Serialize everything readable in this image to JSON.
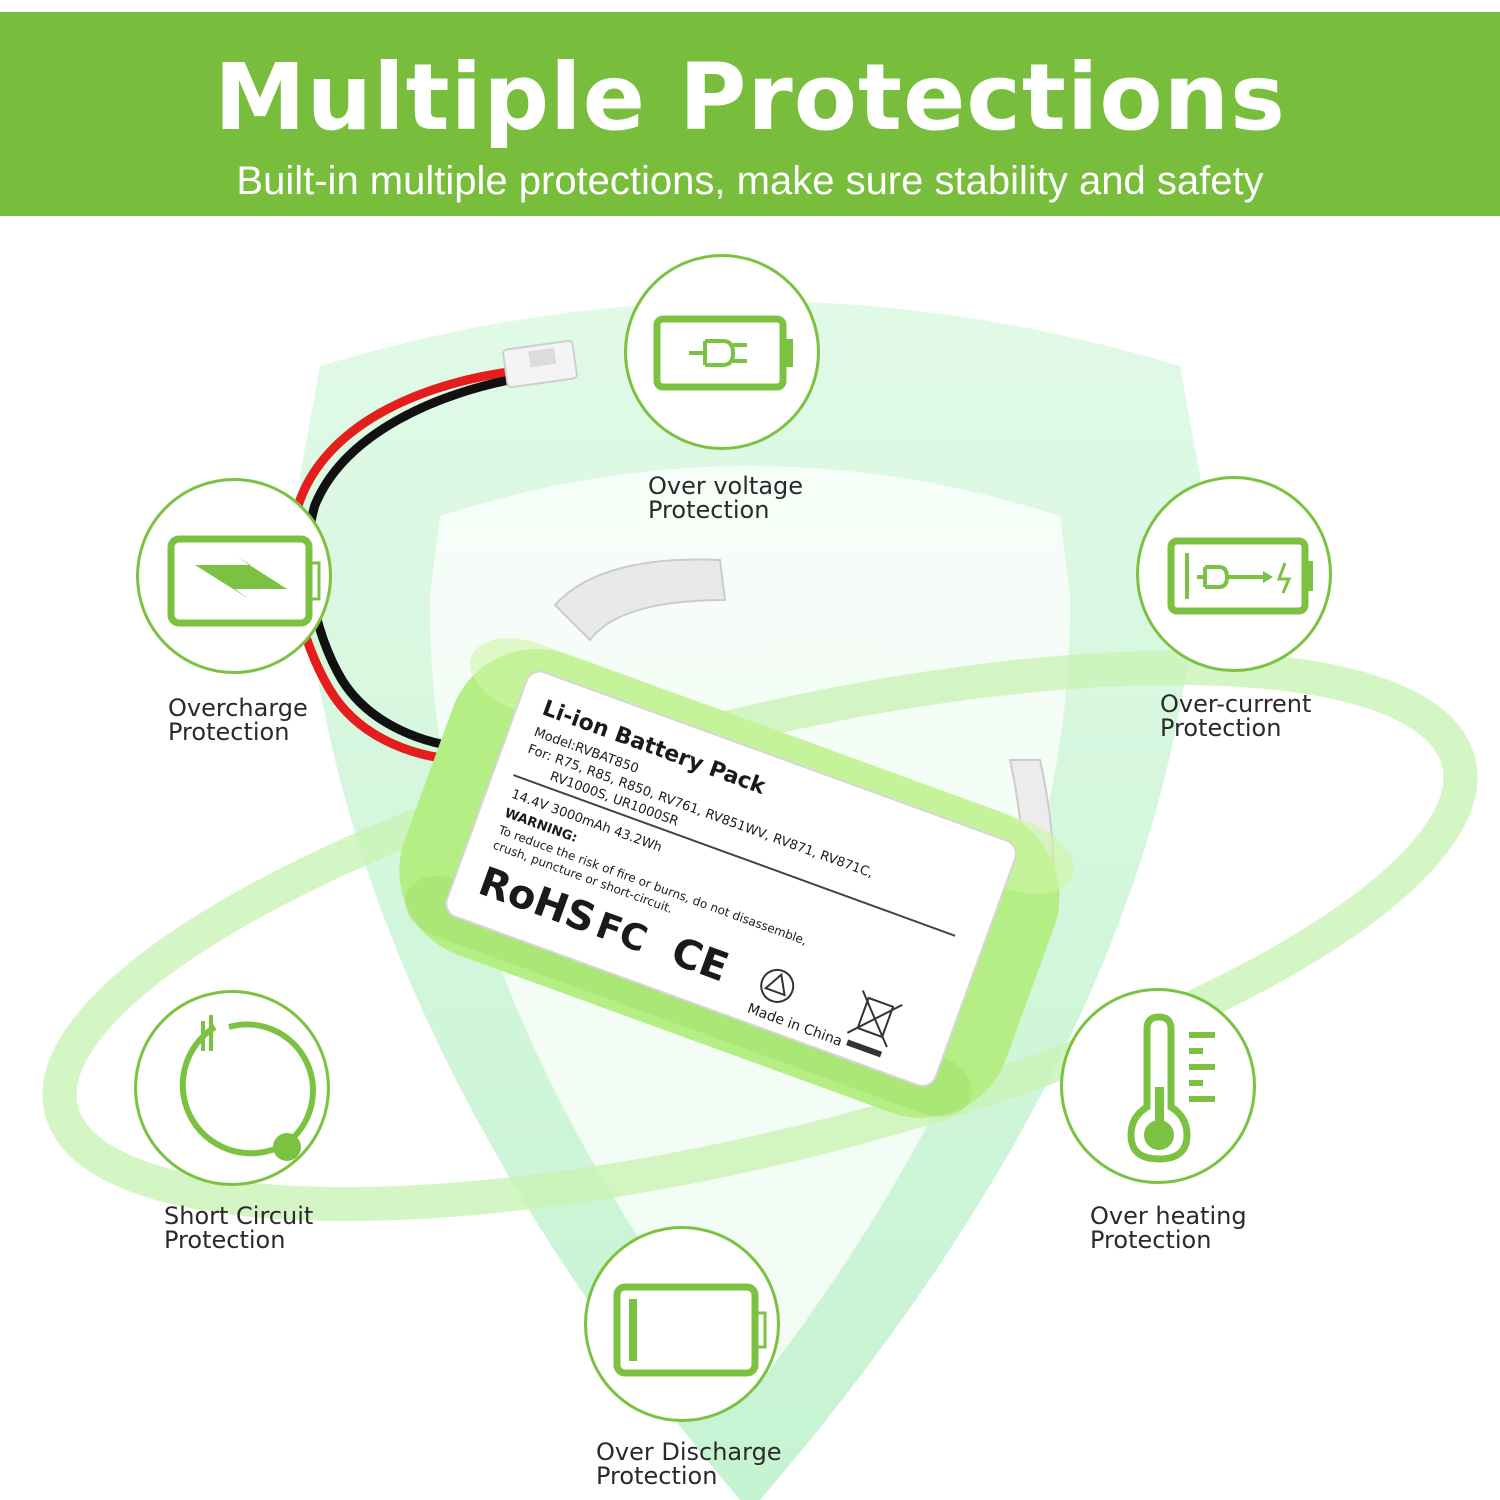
{
  "header": {
    "title": "Multiple Protections",
    "subtitle": "Built-in multiple protections, make sure stability and safety"
  },
  "colors": {
    "banner": "#78bd3c",
    "accent": "#7cc242",
    "shield": "#c8f5d2",
    "battery": "#b6ee84"
  },
  "features": [
    {
      "icon": "battery-plug-icon",
      "line1": "Over voltage",
      "line2": "Protection"
    },
    {
      "icon": "battery-lightning-icon",
      "line1": "Overcharge",
      "line2": "Protection"
    },
    {
      "icon": "battery-current-icon",
      "line1": "Over-current",
      "line2": "Protection"
    },
    {
      "icon": "short-circuit-icon",
      "line1": "Short Circuit",
      "line2": "Protection"
    },
    {
      "icon": "thermometer-icon",
      "line1": "Over heating",
      "line2": "Protection"
    },
    {
      "icon": "empty-battery-icon",
      "line1": "Over Discharge",
      "line2": "Protection"
    }
  ],
  "battery_label": {
    "title": "Li-ion Battery Pack",
    "model": "Model:RVBAT850",
    "for_line1": "For: R75, R85, R850, RV761, RV851WV, RV871, RV871C,",
    "for_line2": "RV1000S, UR1000SR",
    "specs": "14.4V  3000mAh  43.2Wh",
    "warning_title": "WARNING:",
    "warning_line1": "To reduce the risk of fire or burns, do not disassemble,",
    "warning_line2": "crush, puncture or short-circuit.",
    "rohs": "RoHS",
    "fc": "FC",
    "ce": "CE",
    "made_in": "Made in China"
  }
}
